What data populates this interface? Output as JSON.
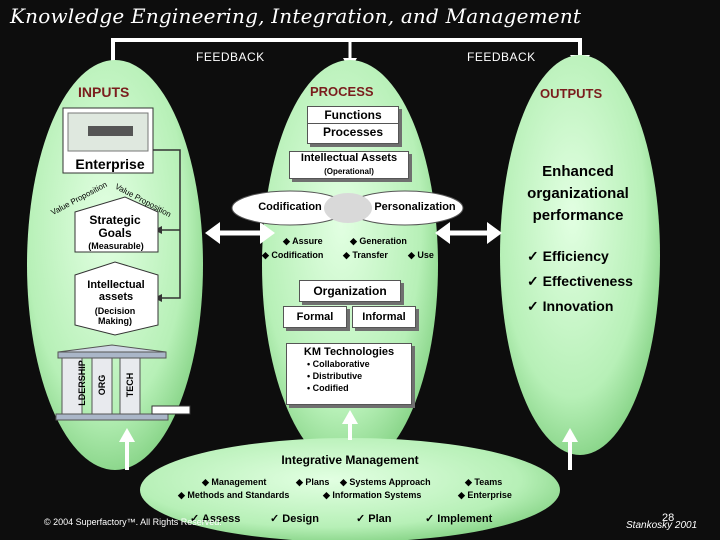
{
  "title": "Knowledge Engineering, Integration, and Management",
  "feedback_left": "FEEDBACK",
  "feedback_right": "FEEDBACK",
  "inputs": {
    "heading": "INPUTS",
    "enterprise": "Enterprise",
    "value_proposition": "Value Proposition",
    "strategic_goals": "Strategic Goals",
    "measurable": "(Measurable)",
    "intellectual_assets": "Intellectual assets",
    "decision_making": "(Decision Making)",
    "pillars": [
      "LDERSHIP",
      "ORG",
      "TECH"
    ]
  },
  "process": {
    "heading": "PROCESS",
    "functions": "Functions",
    "processes": "Processes",
    "intellectual_assets": "Intellectual Assets",
    "operational": "(Operational)",
    "codification": "Codification",
    "personalization": "Personalization",
    "row1": [
      "Assure",
      "Generation"
    ],
    "row2": [
      "Codification",
      "Transfer",
      "Use"
    ],
    "organization": "Organization",
    "formal": "Formal",
    "informal": "Informal",
    "km_technologies": "KM Technologies",
    "km_items": [
      "Collaborative",
      "Distributive",
      "Codified"
    ]
  },
  "outputs": {
    "heading": "OUTPUTS",
    "enhanced": "Enhanced organizational performance",
    "items": [
      "Efficiency",
      "Effectiveness",
      "Innovation"
    ]
  },
  "integrative": {
    "title": "Integrative Management",
    "row1": [
      "Management",
      "Plans",
      "Systems Approach",
      "Teams"
    ],
    "row2": [
      "Methods and Standards",
      "Information Systems",
      "Enterprise"
    ],
    "row3": [
      "Assess",
      "Design",
      "Plan",
      "Implement"
    ]
  },
  "footer": {
    "copyright": "© 2004 Superfactory™. All Rights Reserved.",
    "page": "28",
    "author": "Stankosky 2001"
  },
  "colors": {
    "oval_fill": "#b7f0b7",
    "oval_dark": "#7fcf7f",
    "arrow": "#ffffff",
    "heading": "#7a1d1d",
    "background": "#0d0d0d"
  }
}
